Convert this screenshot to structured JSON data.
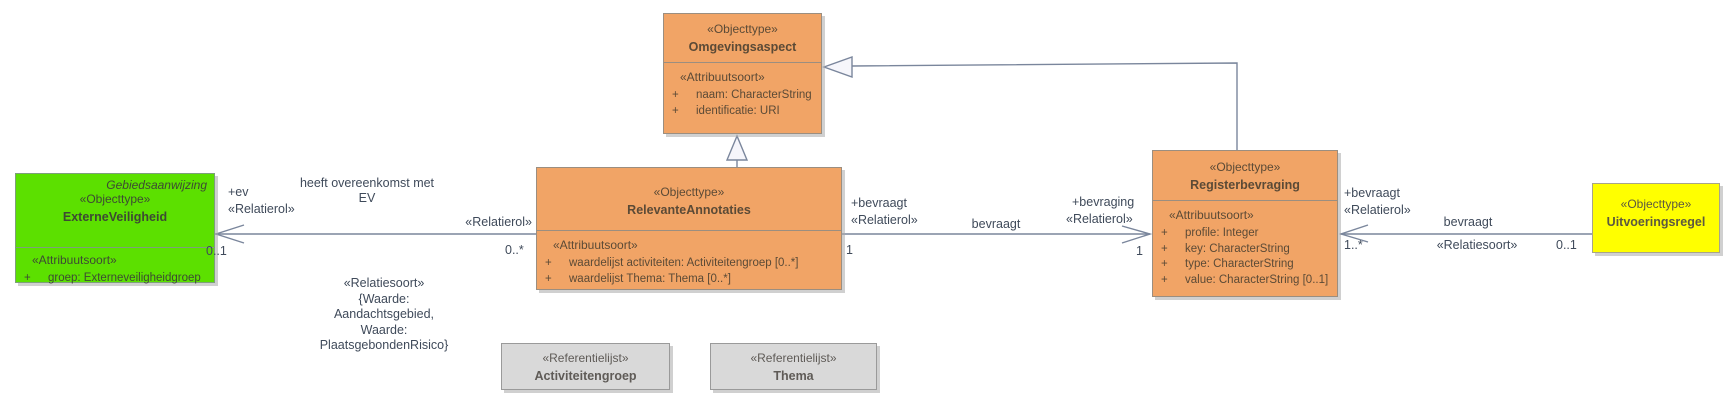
{
  "colors": {
    "orange": "#f1a466",
    "green": "#5ce000",
    "yellow": "#ffff00",
    "gray": "#d9d9d9",
    "edge": "#7a869c",
    "box-border": "#9b8e80",
    "label-text": "#3f4a5a",
    "orange-text": "#5b4a36",
    "green-text": "#3d4a33",
    "gray-text": "#5f5b57"
  },
  "classes": {
    "omgevingsaspect": {
      "stereotype": "«Objecttype»",
      "name": "Omgevingsaspect",
      "attr_header": "«Attribuutsoort»",
      "attributes": [
        {
          "vis": "+",
          "text": "naam: CharacterString"
        },
        {
          "vis": "+",
          "text": "identificatie: URI"
        }
      ]
    },
    "externeveiligheid": {
      "supertype": "Gebiedsaanwijzing",
      "stereotype": "«Objecttype»",
      "name": "ExterneVeiligheid",
      "attr_header": "«Attribuutsoort»",
      "attributes": [
        {
          "vis": "+",
          "text": "groep: Externeveiligheidgroep"
        }
      ]
    },
    "relevanteannotaties": {
      "stereotype": "«Objecttype»",
      "name": "RelevanteAnnotaties",
      "attr_header": "«Attribuutsoort»",
      "attributes": [
        {
          "vis": "+",
          "text": "waardelijst activiteiten: Activiteitengroep [0..*]"
        },
        {
          "vis": "+",
          "text": "waardelijst Thema: Thema [0..*]"
        }
      ]
    },
    "registerbevraging": {
      "stereotype": "«Objecttype»",
      "name": "Registerbevraging",
      "attr_header": "«Attribuutsoort»",
      "attributes": [
        {
          "vis": "+",
          "text": "profile: Integer"
        },
        {
          "vis": "+",
          "text": "key: CharacterString"
        },
        {
          "vis": "+",
          "text": "type: CharacterString"
        },
        {
          "vis": "+",
          "text": "value: CharacterString [0..1]"
        }
      ]
    },
    "uitvoeringsregel": {
      "stereotype": "«Objecttype»",
      "name": "Uitvoeringsregel"
    },
    "ref_activiteitengroep": {
      "stereotype": "«Referentielijst»",
      "name": "Activiteitengroep"
    },
    "ref_thema": {
      "stereotype": "«Referentielijst»",
      "name": "Thema"
    }
  },
  "associations": {
    "ev_ra": {
      "name": "heeft overeenkomst met\nEV",
      "ev_role": "+ev",
      "ev_role_stereotype": "«Relatierol»",
      "ev_multiplicity": "0..1",
      "ra_role_stereotype": "«Relatierol»",
      "ra_multiplicity": "0..*",
      "constraint": "«Relatiesoort»\n{Waarde:\nAandachtsgebied,\nWaarde:\nPlaatsgebondenRisico}"
    },
    "ra_rb": {
      "name": "bevraagt",
      "ra_role": "+bevraagt",
      "ra_role_stereotype": "«Relatierol»",
      "ra_multiplicity": "1",
      "rb_role": "+bevraging",
      "rb_role_stereotype": "«Relatierol»",
      "rb_multiplicity": "1"
    },
    "rb_ur": {
      "name": "bevraagt",
      "name_stereotype": "«Relatiesoort»",
      "rb_role": "+bevraagt",
      "rb_role_stereotype": "«Relatierol»",
      "rb_multiplicity": "1..*",
      "ur_multiplicity": "0..1"
    }
  }
}
